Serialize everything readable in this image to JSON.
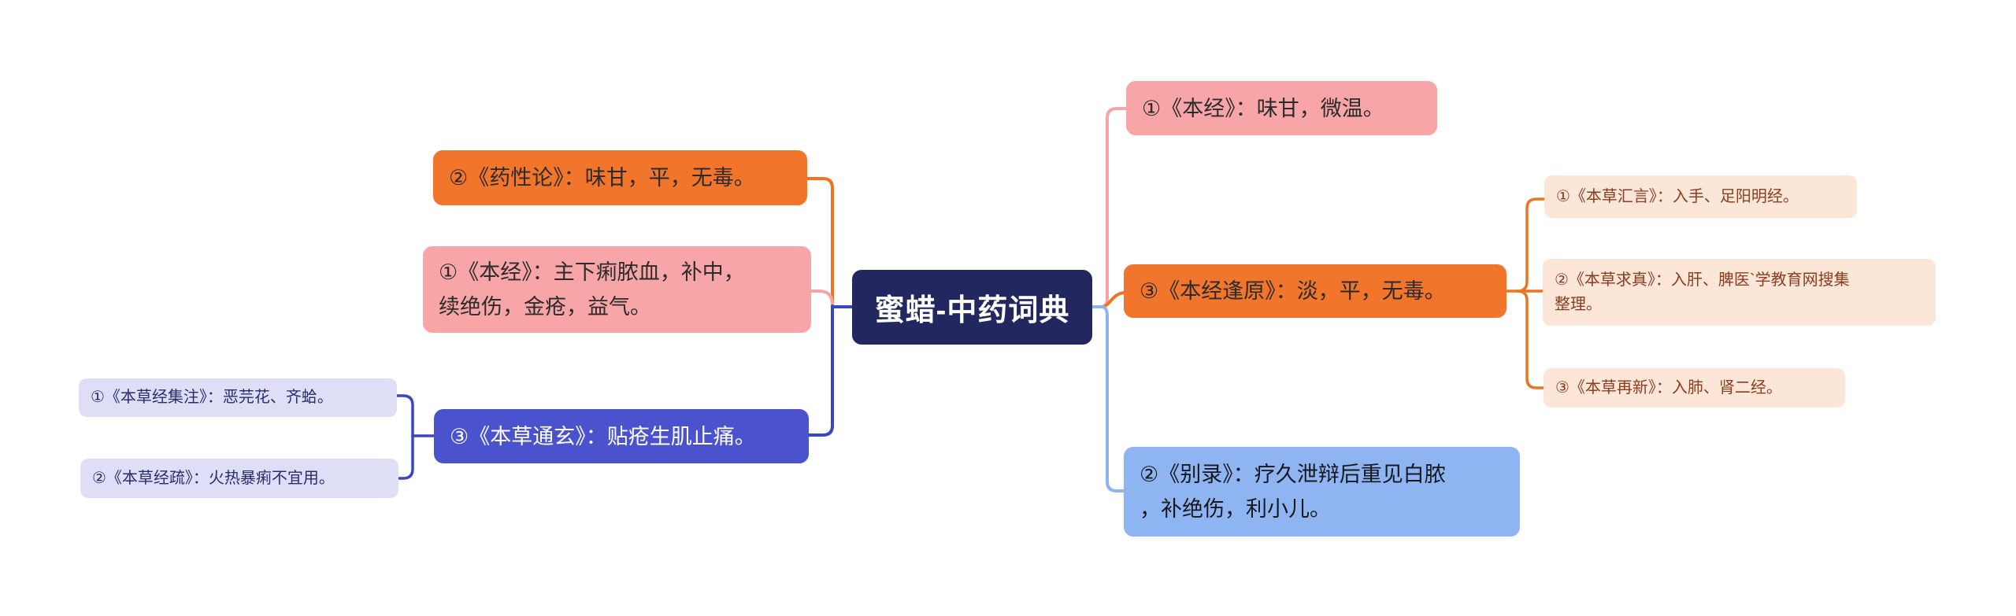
{
  "diagram_title": "蜜蜡-中药词典",
  "palette": {
    "background": "#FFFFFF",
    "navy_node": "#23275F",
    "white_text": "#FFFFFF",
    "dark_text": "#2B2B2B",
    "orange_node": "#F2752C",
    "orange_line": "#EE7420",
    "pink_node": "#F8A5A7",
    "pink_line": "#F5A5A8",
    "blue_node": "#4A52CE",
    "blue_line": "#3B46C2",
    "lavender_node": "#DEDFF6",
    "lavender_text": "#282D6E",
    "peach_node": "#FCE6D7",
    "peach_text": "#8A3D20",
    "lightblue_node": "#8FB4F2",
    "lightblue_line": "#8FB3EE",
    "lightblue_text": "#17181F"
  },
  "nodes": {
    "center": {
      "label": "蜜蜡-中药词典"
    },
    "left_orange": {
      "label": "②《药性论》：味甘，平，无毒。"
    },
    "left_pink": {
      "label": "①《本经》：主下痢脓血，补中，\n续绝伤，金疮，益气。"
    },
    "left_blue": {
      "label": "③《本草通玄》：贴疮生肌止痛。"
    },
    "left_sub1": {
      "label": "①《本草经集注》：恶芫花、齐蛤。"
    },
    "left_sub2": {
      "label": "②《本草经疏》：火热暴痢不宜用。"
    },
    "right_pink": {
      "label": "①《本经》：味甘，微温。"
    },
    "right_orange": {
      "label": "③《本经逢原》：淡，平，无毒。"
    },
    "right_blue": {
      "label": "②《别录》：疗久泄辩后重见白脓\n，补绝伤，利小儿。"
    },
    "right_sub1": {
      "label": "①《本草汇言》：入手、足阳明经。"
    },
    "right_sub2": {
      "label": "②《本草求真》：入肝、脾医`学教育网搜集\n整理。"
    },
    "right_sub3": {
      "label": "③《本草再新》：入肺、肾二经。"
    }
  }
}
